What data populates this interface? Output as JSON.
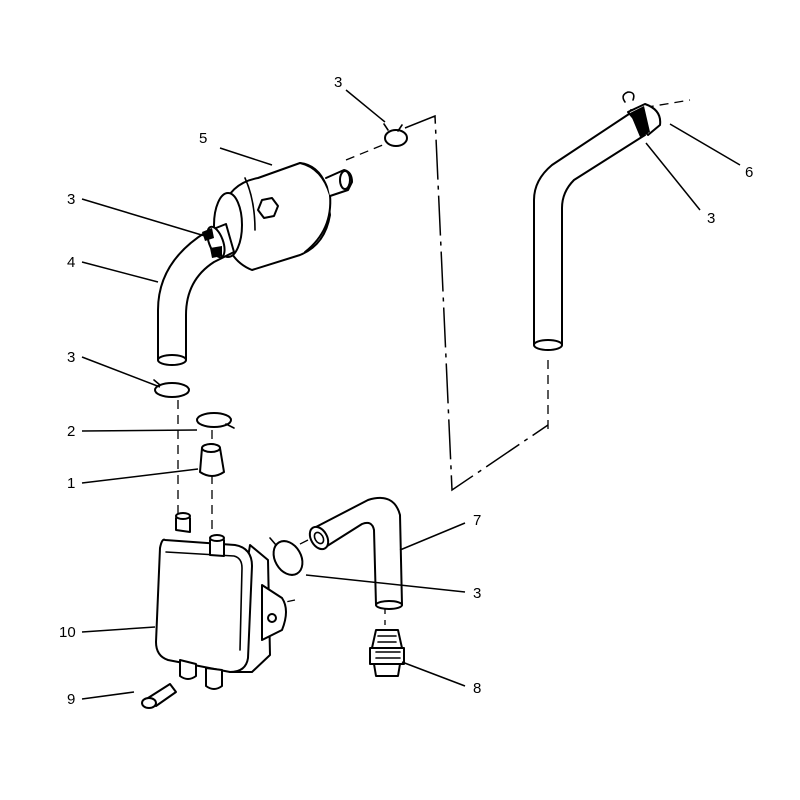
{
  "diagram": {
    "callouts": [
      {
        "id": "c3a",
        "text": "3"
      },
      {
        "id": "c5",
        "text": "5"
      },
      {
        "id": "c3b",
        "text": "3"
      },
      {
        "id": "c4",
        "text": "4"
      },
      {
        "id": "c3c",
        "text": "3"
      },
      {
        "id": "c2",
        "text": "2"
      },
      {
        "id": "c1",
        "text": "1"
      },
      {
        "id": "c10",
        "text": "10"
      },
      {
        "id": "c9",
        "text": "9"
      },
      {
        "id": "c6",
        "text": "6"
      },
      {
        "id": "c3d",
        "text": "3"
      },
      {
        "id": "c7",
        "text": "7"
      },
      {
        "id": "c3e",
        "text": "3"
      },
      {
        "id": "c8",
        "text": "8"
      }
    ]
  }
}
